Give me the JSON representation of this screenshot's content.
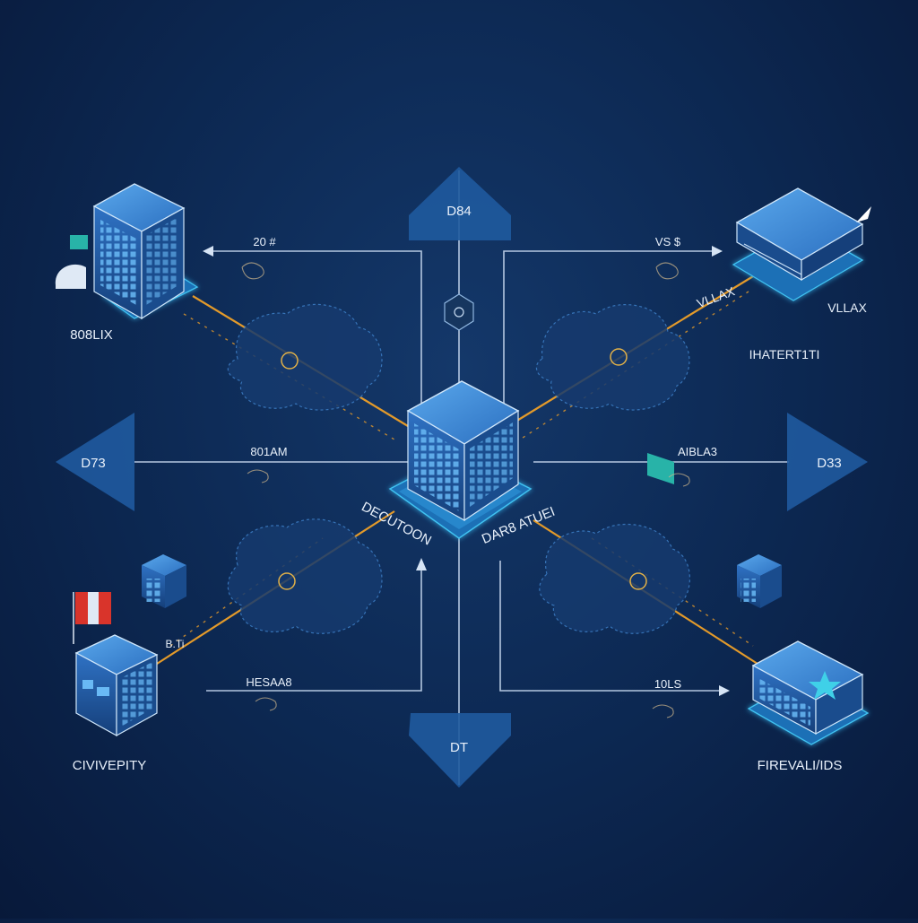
{
  "colors": {
    "background": "#0d2a55",
    "accent_cyan": "#3fc1f0",
    "building_blue": "#2b75c9",
    "orange_link": "#e39a2a",
    "line_white": "#d6e4f5",
    "label_white": "#e8f0fa",
    "flag_red": "#d9342b",
    "flag_teal": "#28b3a8"
  },
  "nodes": {
    "top_left": {
      "label": "808LIX",
      "icon": "server-building-icon"
    },
    "top_right": {
      "label": "VLLAX",
      "icon": "network-switch-icon"
    },
    "bottom_left": {
      "label": "CIVIVEPITY",
      "icon": "office-building-icon"
    },
    "bottom_right": {
      "label": "FIREVALI/IDS",
      "icon": "firewall-building-icon"
    },
    "center": {
      "label_left": "DECUTOON",
      "label_right": "DAR8 ATUEI",
      "icon": "core-datacenter-icon"
    }
  },
  "arrows": {
    "top": "D84",
    "bottom": "DT",
    "left": "D73",
    "right": "D33"
  },
  "link_labels": {
    "top_left": "20 #",
    "top_right": "VS $",
    "mid_left": "801AM",
    "mid_right": "AIBLA3",
    "bottom_left": "HESAA8",
    "bottom_right": "10LS",
    "right_side_label": "VLLAX",
    "right_side_caption": "IHATERT1TI",
    "bottom_left_small": "B.Ti"
  }
}
